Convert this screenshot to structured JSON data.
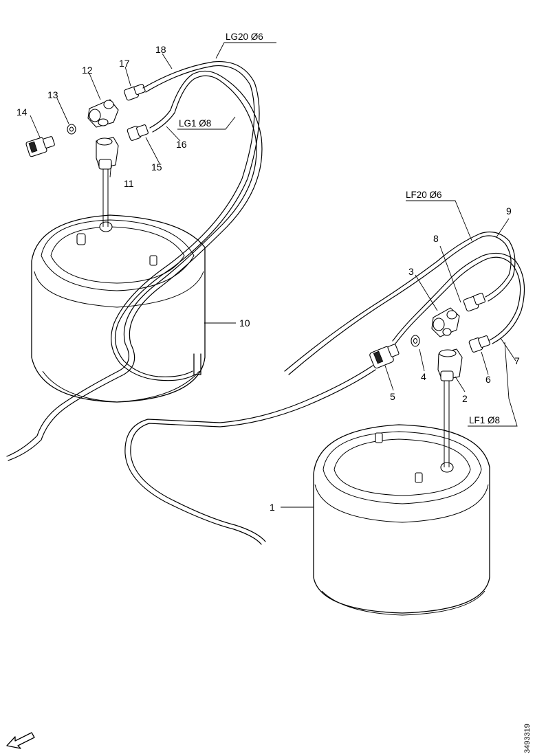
{
  "parts": {
    "p1": "1",
    "p2": "2",
    "p3": "3",
    "p4": "4",
    "p5": "5",
    "p6": "6",
    "p7": "7",
    "p8": "8",
    "p9": "9",
    "p10": "10",
    "p11": "11",
    "p12": "12",
    "p13": "13",
    "p14": "14",
    "p15": "15",
    "p16": "16",
    "p17": "17",
    "p18": "18"
  },
  "lines": {
    "lg20": "LG20 Ø6",
    "lg1": "LG1 Ø8",
    "lf20": "LF20 Ø6",
    "lf1": "LF1 Ø8"
  },
  "document_id": "3493319",
  "orientation_icon": "direction-arrow-icon"
}
